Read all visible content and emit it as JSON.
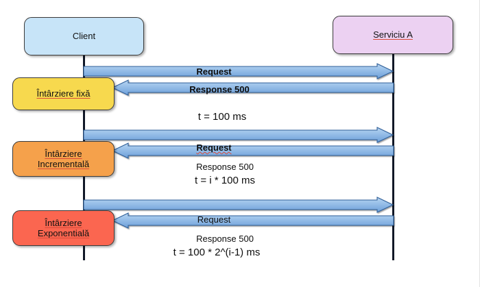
{
  "diagram": {
    "type": "sequence-diagram",
    "title_present": false,
    "background_color": "#ffffff",
    "participants": [
      {
        "id": "client",
        "label": "Client",
        "fill": "#c7e4f8",
        "stroke": "#3a3a3a",
        "lifeline_color": "#111827"
      },
      {
        "id": "serviciu-a",
        "label": "Serviciu A",
        "fill": "#ecd1f2",
        "stroke": "#3a3a3a",
        "lifeline_color": "#111827"
      }
    ],
    "states": [
      {
        "id": "intarziere-fixa",
        "line1": "Întârziere fixă",
        "line2": "",
        "fill": "#f6d council",
        "fill_color": "#f7d94e",
        "stroke": "#3a3a3a"
      },
      {
        "id": "intarziere-incrementala",
        "line1": "Întârziere",
        "line2": "Incrementală",
        "fill_color": "#f5a14b",
        "stroke": "#3a3a3a"
      },
      {
        "id": "intarziere-exponentiala",
        "line1": "Întârziere",
        "line2": "Exponentială",
        "fill_color": "#fb6650",
        "stroke": "#3a3a3a"
      }
    ],
    "messages": [
      {
        "group": 1,
        "request_label": "Request",
        "response_label": "Response 500",
        "delay_label": "t = 100 ms",
        "request_direction": "client-to-service",
        "response_direction": "service-to-client"
      },
      {
        "group": 2,
        "request_label": "Request",
        "response_label": "Response 500",
        "delay_label": "t = i * 100 ms",
        "request_direction": "client-to-service",
        "response_direction": "service-to-client"
      },
      {
        "group": 3,
        "request_label": "Request",
        "response_label": "Response 500",
        "delay_label": "t = 100 * 2^(i-1) ms",
        "request_direction": "client-to-service",
        "response_direction": "service-to-client"
      }
    ],
    "arrow_style": {
      "fill_top": "#9dc3ea",
      "fill_bottom": "#6d9fd8",
      "stroke": "#2f5f99"
    }
  }
}
